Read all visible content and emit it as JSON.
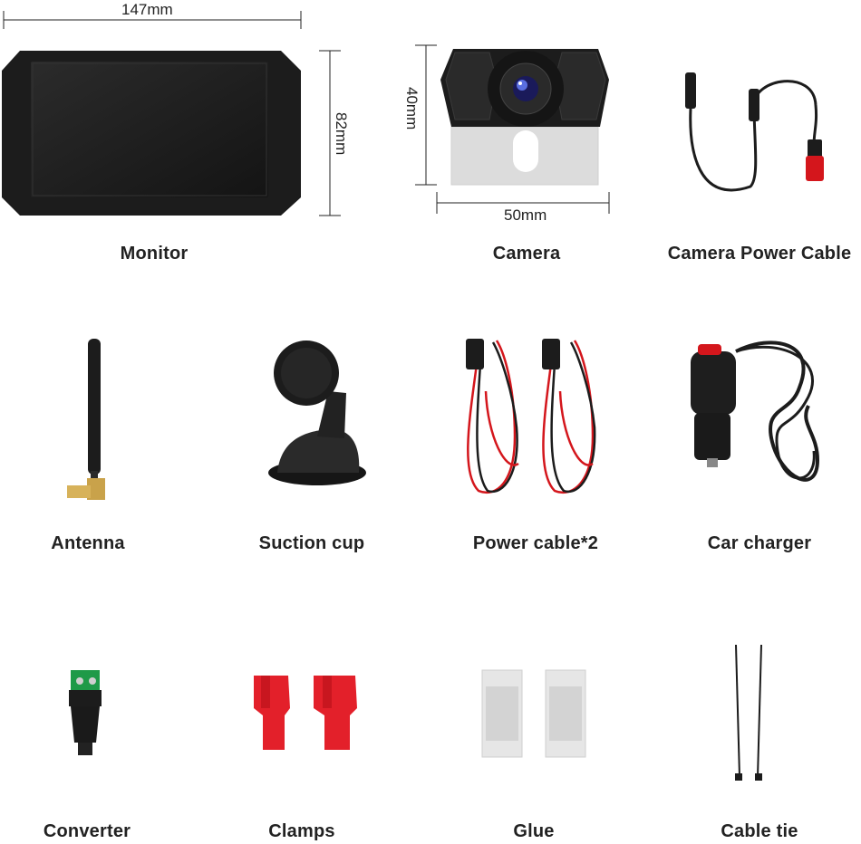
{
  "dimensions": {
    "monitor_width": "147mm",
    "monitor_height": "82mm",
    "camera_height": "40mm",
    "camera_width": "50mm"
  },
  "items": [
    {
      "label": "Monitor",
      "icon": "monitor-icon"
    },
    {
      "label": "Camera",
      "icon": "camera-icon"
    },
    {
      "label": "Camera Power Cable",
      "icon": "power-cable-icon"
    },
    {
      "label": "Antenna",
      "icon": "antenna-icon"
    },
    {
      "label": "Suction cup",
      "icon": "suction-cup-icon"
    },
    {
      "label": "Power cable*2",
      "icon": "red-black-cable-icon"
    },
    {
      "label": "Car charger",
      "icon": "car-charger-icon"
    },
    {
      "label": "Converter",
      "icon": "converter-icon"
    },
    {
      "label": "Clamps",
      "icon": "clamp-icon"
    },
    {
      "label": "Glue",
      "icon": "glue-pad-icon"
    },
    {
      "label": "Cable tie",
      "icon": "cable-tie-icon"
    }
  ],
  "colors": {
    "background": "#ffffff",
    "device_black": "#1b1b1b",
    "cable_red": "#d4161c",
    "clamp_red": "#e3202a",
    "converter_green": "#1e9a48",
    "antenna_gold": "#c9a24a"
  }
}
